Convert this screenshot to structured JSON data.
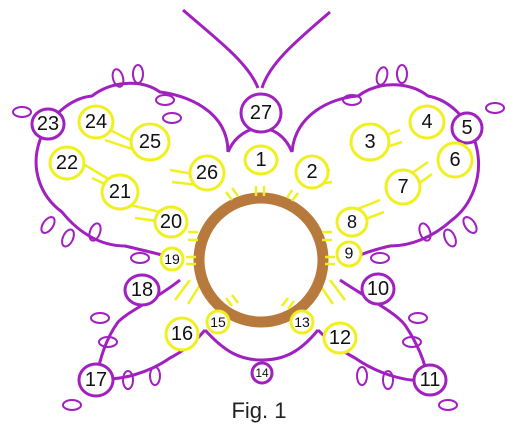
{
  "caption": "Fig. 1",
  "colors": {
    "purple": "#a020c0",
    "yellow": "#f0f020",
    "brown": "#b8793c",
    "text": "#111111"
  },
  "rings": [
    {
      "label": "1",
      "color": "yellow"
    },
    {
      "label": "2",
      "color": "yellow"
    },
    {
      "label": "3",
      "color": "yellow"
    },
    {
      "label": "4",
      "color": "yellow"
    },
    {
      "label": "5",
      "color": "purple"
    },
    {
      "label": "6",
      "color": "yellow"
    },
    {
      "label": "7",
      "color": "yellow"
    },
    {
      "label": "8",
      "color": "yellow"
    },
    {
      "label": "9",
      "color": "yellow"
    },
    {
      "label": "10",
      "color": "purple"
    },
    {
      "label": "11",
      "color": "purple"
    },
    {
      "label": "12",
      "color": "yellow"
    },
    {
      "label": "13",
      "color": "yellow"
    },
    {
      "label": "14",
      "color": "purple"
    },
    {
      "label": "15",
      "color": "yellow"
    },
    {
      "label": "16",
      "color": "yellow"
    },
    {
      "label": "17",
      "color": "purple"
    },
    {
      "label": "18",
      "color": "purple"
    },
    {
      "label": "19",
      "color": "yellow"
    },
    {
      "label": "20",
      "color": "yellow"
    },
    {
      "label": "21",
      "color": "yellow"
    },
    {
      "label": "22",
      "color": "yellow"
    },
    {
      "label": "23",
      "color": "purple"
    },
    {
      "label": "24",
      "color": "yellow"
    },
    {
      "label": "25",
      "color": "yellow"
    },
    {
      "label": "26",
      "color": "yellow"
    },
    {
      "label": "27",
      "color": "purple"
    }
  ]
}
